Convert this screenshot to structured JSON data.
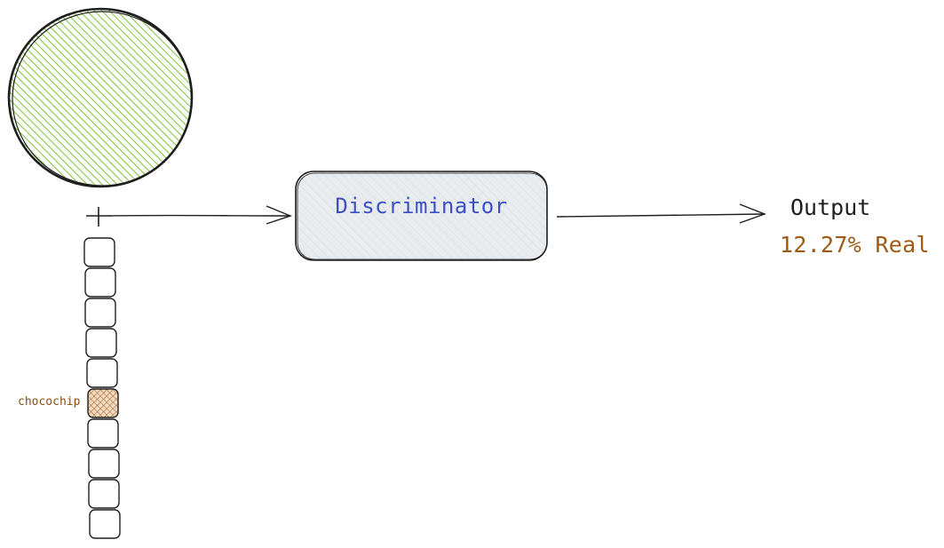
{
  "discriminator": {
    "label": "Discriminator"
  },
  "output": {
    "title": "Output",
    "value": "12.27% Real"
  },
  "embedding": {
    "highlighted_index": 5,
    "highlighted_label": "chocochip",
    "cell_count": 10
  },
  "colors": {
    "stroke": "#1e1e1e",
    "circle_fill": "#7dc335",
    "box_fill": "#e9ecef",
    "disc_text": "#3b50c7",
    "output_value": "#9c5b14",
    "chip_fill": "#b66b2a",
    "chip_label": "#8a4d10"
  }
}
